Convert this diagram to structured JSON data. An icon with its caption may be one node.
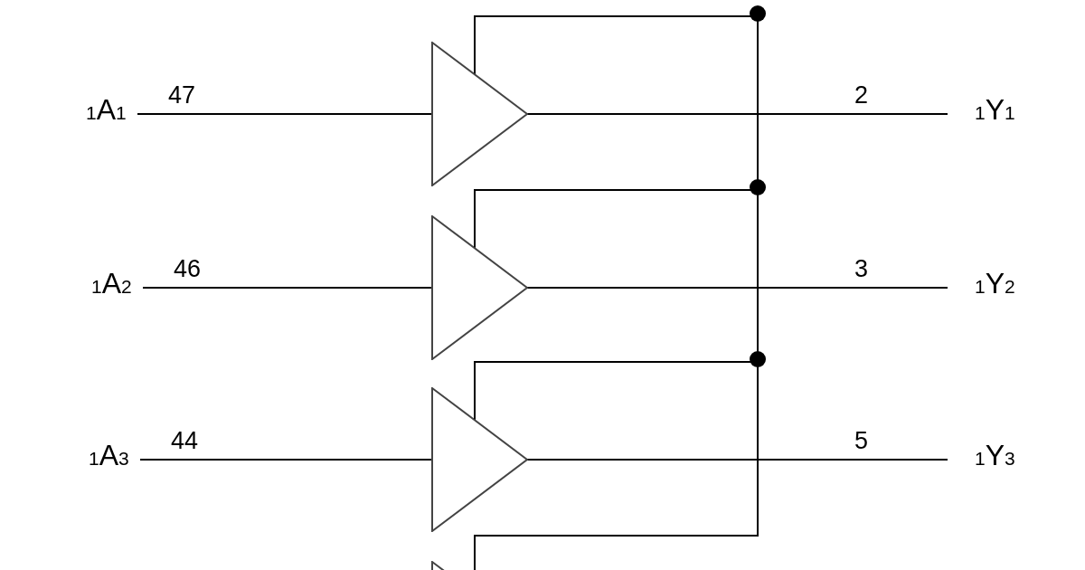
{
  "diagram": {
    "nodes": [
      {
        "text": [
          "$_{1}$A$_{1}$"
        ]
      },
      {
        "text": [],
        "shape": "triangle"
      },
      {
        "text": [
          "$_{1}$Y$_{1}$"
        ]
      },
      {
        "text": [
          "$_{1}$A$_{2}$"
        ]
      },
      {
        "text": [],
        "shape": "triangle"
      },
      {
        "text": [
          "$_{1}$Y$_{2}$"
        ]
      },
      {
        "text": [
          "$_{1}$A$_{3}$"
        ]
      },
      {
        "text": [],
        "shape": "triangle"
      },
      {
        "text": [
          "$_{1}$Y$_{3}$"
        ]
      },
      {
        "text": [],
        "shape": "triangle"
      }
    ],
    "edges": [
      {
        "from": 0,
        "to": 1,
        "arrow": "none",
        "label": "47"
      },
      {
        "from": 1,
        "to": 2,
        "arrow": "none",
        "label": "2"
      },
      {
        "from": 3,
        "to": 4,
        "arrow": "none",
        "label": "46"
      },
      {
        "from": 4,
        "to": 5,
        "arrow": "none",
        "label": "3"
      },
      {
        "from": 6,
        "to": 7,
        "arrow": "none",
        "label": "44"
      },
      {
        "from": 7,
        "to": 8,
        "arrow": "none",
        "label": "5"
      },
      {
        "from": 1,
        "to": 4,
        "arrow": "none"
      },
      {
        "from": 4,
        "to": 7,
        "arrow": "none"
      },
      {
        "from": 7,
        "to": 9,
        "arrow": "none"
      }
    ]
  }
}
